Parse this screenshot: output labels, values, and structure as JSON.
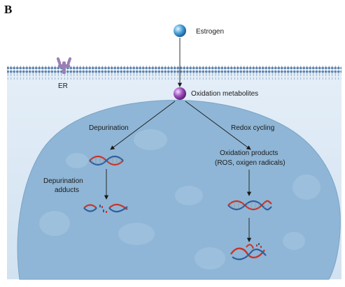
{
  "panel_label": "B",
  "labels": {
    "estrogen": "Estrogen",
    "er": "ER",
    "oxidation_metabolites": "Oxidation metabolites",
    "depurination": "Depurination",
    "redox_cycling": "Redox cycling",
    "oxidation_products_line1": "Oxidation products",
    "oxidation_products_line2": "(ROS, oxigen radicals)",
    "depurination_adducts_line1": "Depurination",
    "depurination_adducts_line2": "adducts"
  },
  "colors": {
    "membrane": "#5f86b0",
    "cytoplasm": "#dbe8f4",
    "nucleus": "#8fb6d6",
    "dna_red": "#c8352b",
    "dna_blue": "#2f5f9e",
    "receptor": "#9a7fb5",
    "estrogen_sphere": "#4aa3db",
    "metabolite_sphere": "#a04fc0"
  }
}
